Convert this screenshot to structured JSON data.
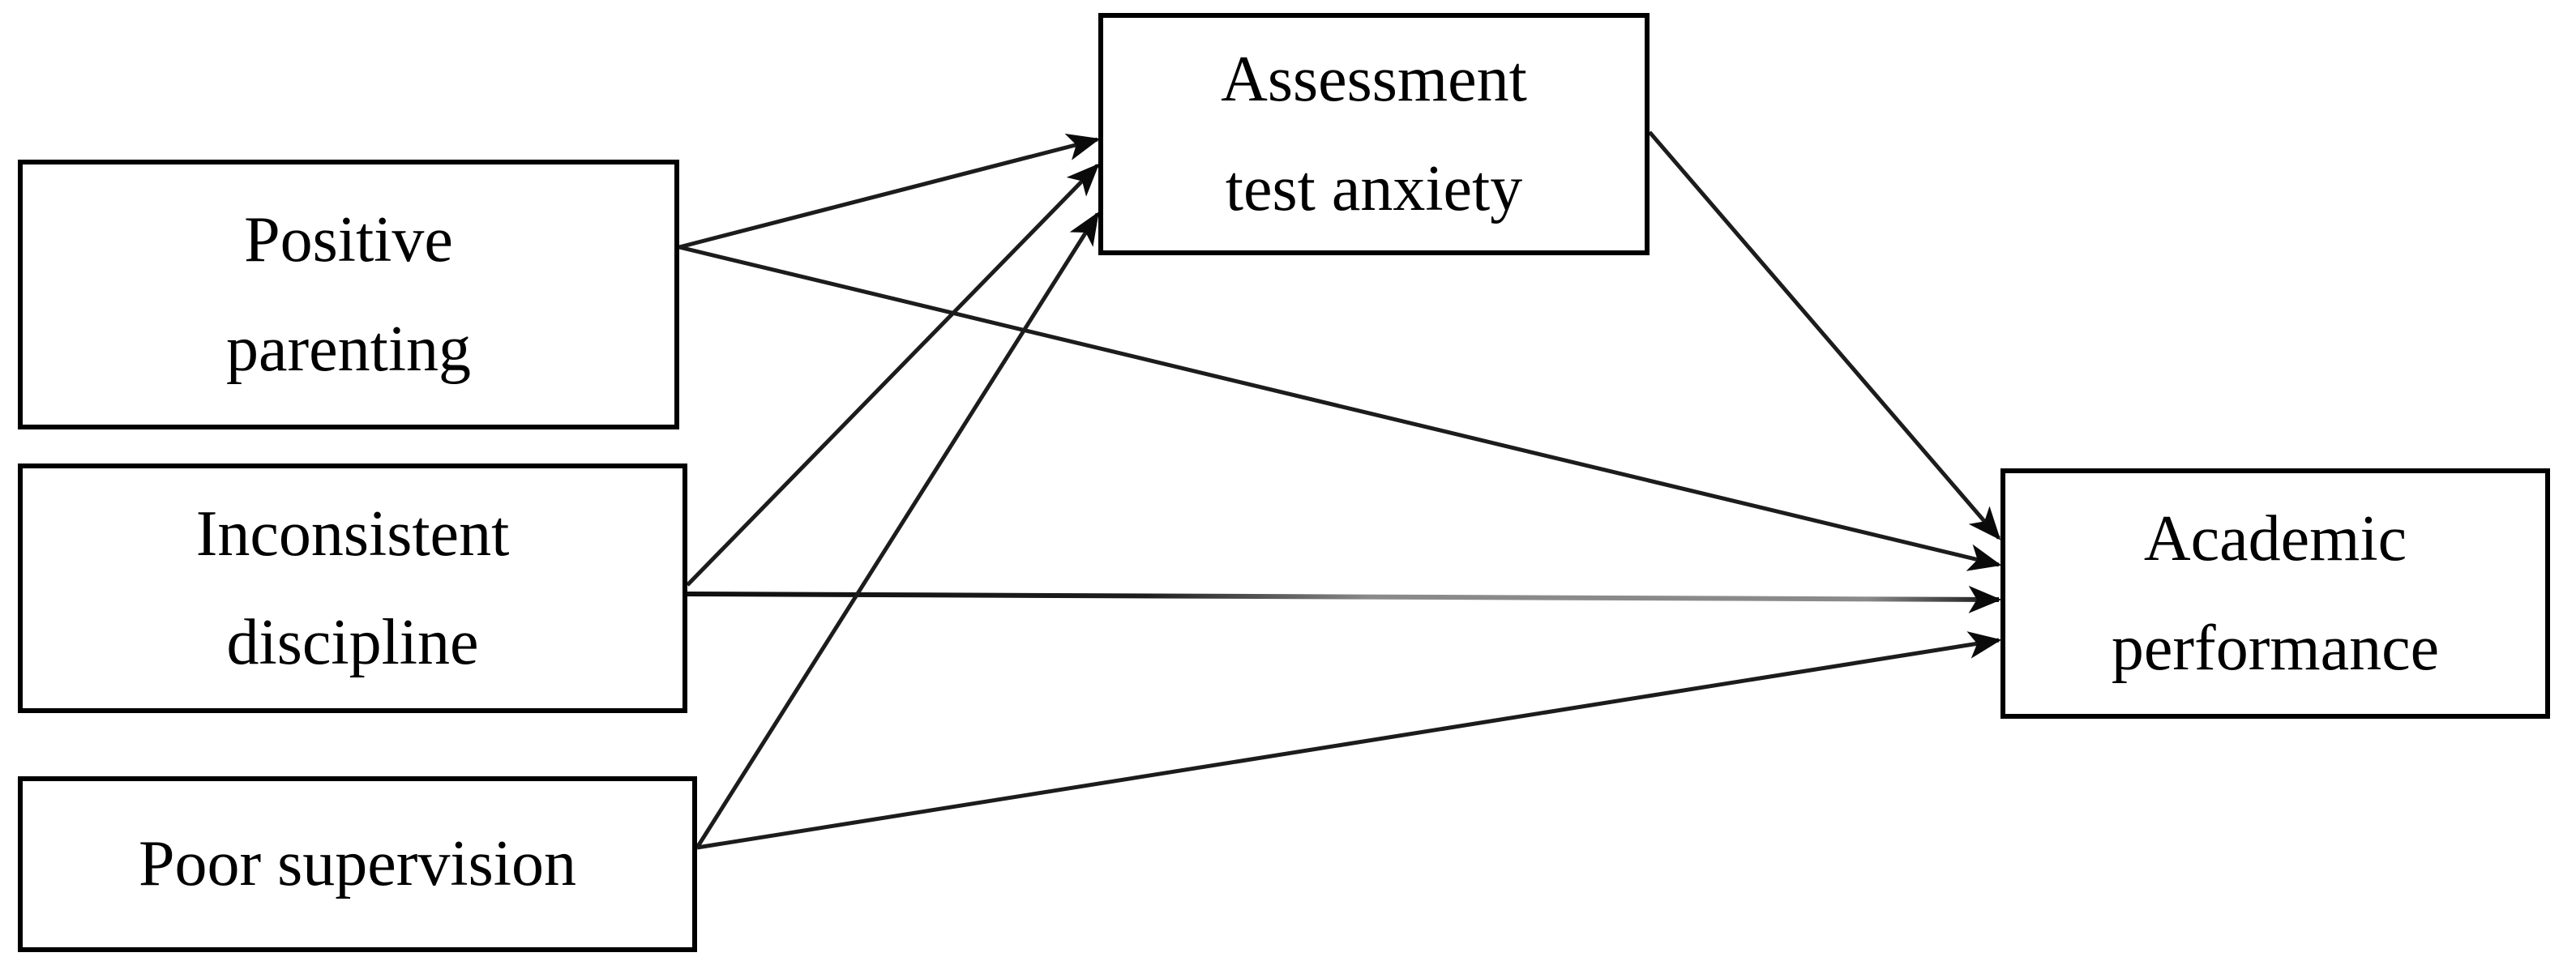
{
  "diagram": {
    "background_color": "#ffffff",
    "colors": {
      "box_border": "#000000",
      "text": "#000000",
      "arrow_line": "#1c1c1c",
      "faded_line_gray": "#8a8a8a"
    },
    "nodes": [
      {
        "id": "positive-parenting",
        "label": "Positive parenting",
        "label_lines": [
          "Positive",
          "parenting"
        ]
      },
      {
        "id": "inconsistent-discipline",
        "label": "Inconsistent discipline",
        "label_lines": [
          "Inconsistent",
          "discipline"
        ]
      },
      {
        "id": "poor-supervision",
        "label": "Poor supervision",
        "label_lines": [
          "Poor supervision"
        ]
      },
      {
        "id": "assessment-test-anxiety",
        "label": "Assessment test anxiety",
        "label_lines": [
          "Assessment",
          "test anxiety"
        ]
      },
      {
        "id": "academic-performance",
        "label": "Academic performance",
        "label_lines": [
          "Academic",
          "performance"
        ]
      }
    ],
    "edges": [
      {
        "from": "positive-parenting",
        "to": "assessment-test-anxiety"
      },
      {
        "from": "positive-parenting",
        "to": "academic-performance"
      },
      {
        "from": "inconsistent-discipline",
        "to": "assessment-test-anxiety"
      },
      {
        "from": "inconsistent-discipline",
        "to": "academic-performance"
      },
      {
        "from": "poor-supervision",
        "to": "assessment-test-anxiety"
      },
      {
        "from": "poor-supervision",
        "to": "academic-performance"
      },
      {
        "from": "assessment-test-anxiety",
        "to": "academic-performance"
      }
    ]
  }
}
